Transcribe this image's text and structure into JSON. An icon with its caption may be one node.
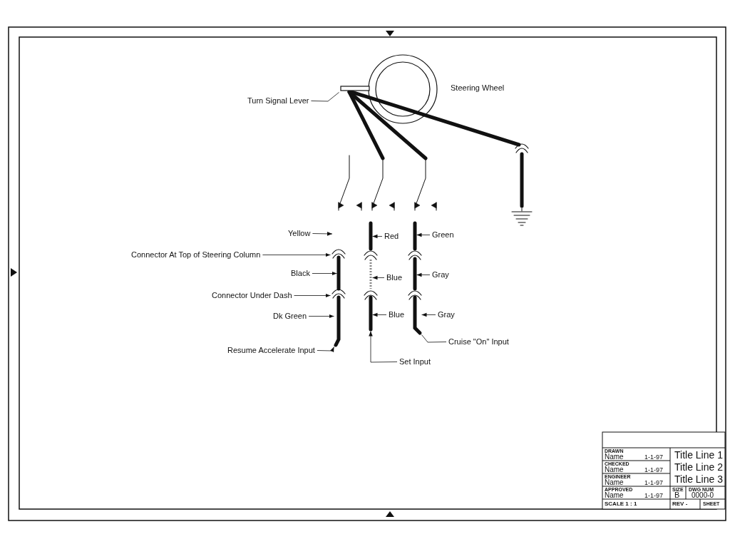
{
  "diagram": {
    "nodes": [
      {
        "text": [
          "Turn Signal Lever"
        ]
      },
      {
        "text": [
          "Yellow"
        ]
      },
      {
        "text": [
          "Red"
        ]
      },
      {
        "text": [
          "Green"
        ]
      },
      {
        "text": [
          "Connector At Top of Steering Column"
        ]
      },
      {
        "text": [
          "Black"
        ]
      },
      {
        "text": [
          "Blue"
        ]
      },
      {
        "text": [
          "Gray"
        ]
      },
      {
        "text": [
          "Connector Under Dash"
        ]
      },
      {
        "text": [
          "Dk Green"
        ]
      },
      {
        "text": [
          "Blue"
        ]
      },
      {
        "text": [
          "Gray"
        ]
      },
      {
        "text": [
          "Cruise \"On\" Input"
        ]
      },
      {
        "text": [
          "Resume Accelerate Input"
        ]
      },
      {
        "text": [
          "Set Input"
        ]
      },
      {
        "text": [],
        "shape": "box"
      },
      {
        "text": [],
        "shape": "picture"
      },
      {
        "text": [],
        "shape": "bar"
      },
      {
        "text": [],
        "shape": "picture"
      },
      {
        "text": [],
        "shape": "bar"
      },
      {
        "text": [],
        "shape": "bar"
      },
      {
        "text": [],
        "shape": "bar"
      },
      {
        "text": [],
        "shape": "bar"
      },
      {
        "text": [],
        "shape": "bar"
      },
      {
        "text": [],
        "shape": "bar"
      },
      {
        "text": [],
        "shape": "bar"
      }
    ],
    "edges": [
      {
        "from": 0,
        "to": 15,
        "arrow": "none"
      },
      {
        "from": 1,
        "to": null,
        "arrow": "to"
      },
      {
        "from": 2,
        "to": 20,
        "arrow": "to"
      },
      {
        "from": 3,
        "to": 23,
        "arrow": "to"
      },
      {
        "from": 4,
        "to": 16,
        "arrow": "to"
      },
      {
        "from": 5,
        "to": 17,
        "arrow": "to"
      },
      {
        "from": 6,
        "to": 21,
        "arrow": "to"
      },
      {
        "from": 7,
        "to": 24,
        "arrow": "to"
      },
      {
        "from": 8,
        "to": 18,
        "arrow": "to"
      },
      {
        "from": 9,
        "to": 19,
        "arrow": "to"
      },
      {
        "from": 10,
        "to": 22,
        "arrow": "to"
      },
      {
        "from": 11,
        "to": 25,
        "arrow": "to"
      },
      {
        "from": 12,
        "to": 25,
        "arrow": "none"
      },
      {
        "from": 13,
        "to": 19,
        "arrow": "to"
      },
      {
        "from": 14,
        "to": 22,
        "arrow": "to"
      }
    ],
    "labels": [
      "Steering Wheel",
      "DRAWN",
      "Name",
      "1-1-97",
      "Title Line 1",
      "CHECKED",
      "Name",
      "1-1-97",
      "Title Line 2",
      "ENGINEER",
      "Name",
      "1-1-97",
      "Title Line 3",
      "APPROVED",
      "Name",
      "1-1-97",
      "SIZE",
      "B",
      "DWG NUM",
      "0000-0",
      "SCALE 1 : 1",
      "REV -",
      "SHEET"
    ]
  }
}
